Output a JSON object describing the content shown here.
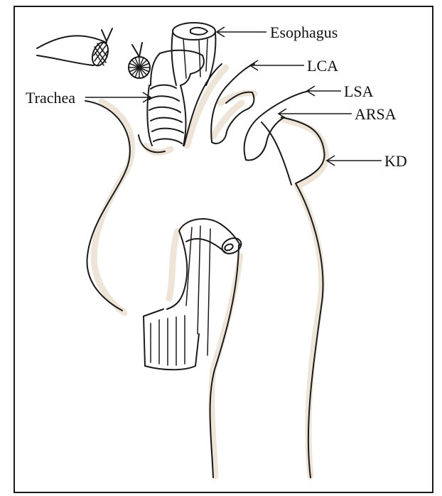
{
  "labels": {
    "esophagus": "Esophagus",
    "lca": "LCA",
    "lsa": "LSA",
    "arsa": "ARSA",
    "kd": "KD",
    "trachea": "Trachea"
  },
  "colors": {
    "outline": "#1a1a1a",
    "shading": "#efe4d8",
    "background": "#ffffff"
  }
}
